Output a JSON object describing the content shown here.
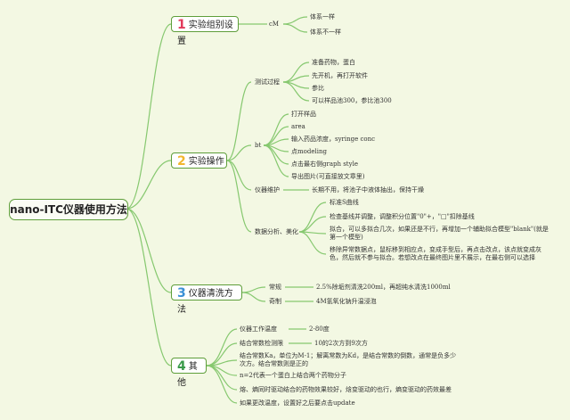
{
  "root": "nano-ITC仪器使用方法",
  "topics": [
    {
      "num": "1",
      "label": "实验组别设置",
      "color": "#e2395a"
    },
    {
      "num": "2",
      "label": "实验操作",
      "color": "#f2b62e"
    },
    {
      "num": "3",
      "label": "仪器清洗方法",
      "color": "#3a8fd6"
    },
    {
      "num": "4",
      "label": "其他",
      "color": "#3a9a4a"
    }
  ],
  "t1": {
    "cm": "cM",
    "a": "体系一样",
    "b": "体系不一样"
  },
  "t2": {
    "test": "测试过程",
    "test_items": [
      "准备药物，蛋白",
      "先开机，再打开软件",
      "参比",
      "可以样品池300，参比池300"
    ],
    "bt": "bt",
    "bt_items": [
      "打开样品",
      "area",
      "输入药品浓度，syringe conc",
      "点modeling",
      "点击最右侧graph style",
      "导出图片(可直接放文章里)"
    ],
    "maint": "仪器维护",
    "maint_text": "长期不用，将池子中液体抽出，保持干燥",
    "analysis": "数据分析、美化",
    "analysis_items": [
      "标准S曲线",
      "检查基线并调整，调整积分位置\"0\"+，\"□\"扣除基线",
      "拟合，可以多拟合几次，如果还是不行，再增加一个辅助拟合模型\"blank\"(就是第一个模型)",
      "移除异常数据点，鼠标移到相应点，变成手型后，再点击改点，该点就变成灰色，然后就不参与拟合。若想改点在最终图片里不展示，在最右侧可以选择"
    ]
  },
  "t3": {
    "regular": "常规",
    "regular_text": "2.5%除垢剂清洗200ml，再超纯水清洗1000ml",
    "strong": "奇制",
    "strong_text": "4M氢氧化钠升温浸泡"
  },
  "t4": {
    "items": [
      "仪器工作温度",
      "结合常数检测限",
      "结合常数Ka，单位为M-1；解离常数为Kd，是结合常数的倒数，通常是负多少次方。结合常数则是正的",
      "n=2代表一个蛋白上结合两个药物分子",
      "熔、熵同时驱动结合的药物效果较好，焓变驱动的也行，熵变驱动的药效最差",
      "如果更改温度，设置好之后要点击update"
    ],
    "temp_value": "2-80度",
    "limit_value": "10的2次方到9次方"
  }
}
